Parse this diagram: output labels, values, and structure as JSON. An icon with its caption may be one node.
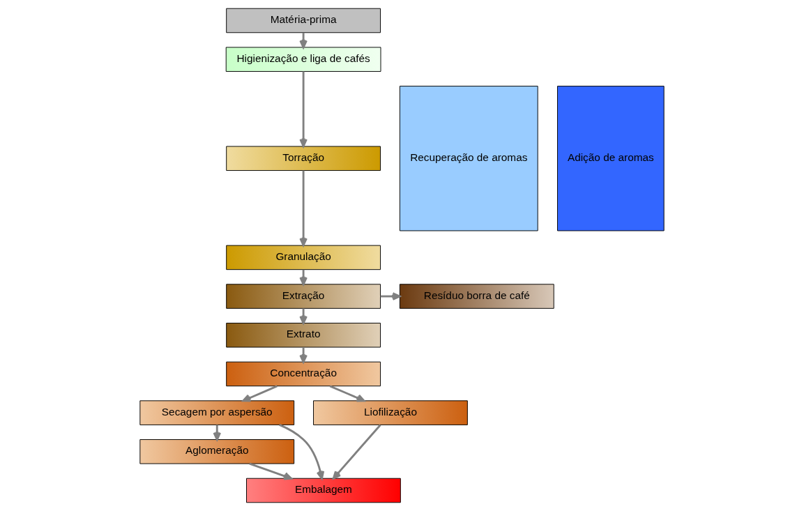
{
  "diagram": {
    "nodes": [
      {
        "text": [
          "Matéria-prima"
        ]
      },
      {
        "text": [
          "Higienização e liga de cafés"
        ]
      },
      {
        "text": [
          "Torração"
        ]
      },
      {
        "text": [
          "Granulação"
        ]
      },
      {
        "text": [
          "Resíduo borra de café"
        ]
      },
      {
        "text": [
          "Extração"
        ]
      },
      {
        "text": [
          "Extrato"
        ]
      },
      {
        "text": [
          "Concentração"
        ]
      },
      {
        "text": [
          "Secagem por aspersão"
        ]
      },
      {
        "text": [
          "Liofilização"
        ]
      },
      {
        "text": [
          "Aglomeração"
        ]
      },
      {
        "text": [
          "Embalagem"
        ]
      },
      {
        "text": [
          "Recuperação de aromas"
        ]
      },
      {
        "text": [
          "Adição de aromas"
        ]
      }
    ],
    "edges": [
      {
        "from": 0,
        "to": 1,
        "arrow": "to"
      },
      {
        "from": 1,
        "to": 2,
        "arrow": "to"
      },
      {
        "from": 2,
        "to": 3,
        "arrow": "to"
      },
      {
        "from": 3,
        "to": 5,
        "arrow": "to"
      },
      {
        "from": 5,
        "to": 4,
        "arrow": "to"
      },
      {
        "from": 5,
        "to": 6,
        "arrow": "to"
      },
      {
        "from": 6,
        "to": 7,
        "arrow": "to"
      },
      {
        "from": 7,
        "to": 8,
        "arrow": "to"
      },
      {
        "from": 7,
        "to": 9,
        "arrow": "to"
      },
      {
        "from": 8,
        "to": 10,
        "arrow": "to"
      },
      {
        "from": 8,
        "to": 11,
        "arrow": "to"
      },
      {
        "from": 9,
        "to": 11,
        "arrow": "to"
      },
      {
        "from": 10,
        "to": 11,
        "arrow": "to"
      }
    ]
  }
}
